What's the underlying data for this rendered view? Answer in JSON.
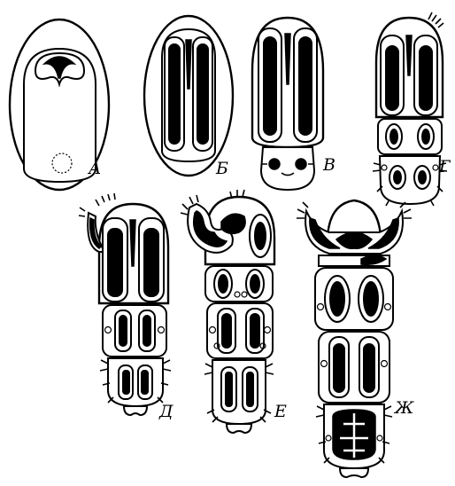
{
  "figure": {
    "labels": {
      "a": "А",
      "b": "Б",
      "v": "В",
      "g": "Г",
      "d": "Д",
      "e": "Е",
      "zh": "Ж"
    }
  }
}
